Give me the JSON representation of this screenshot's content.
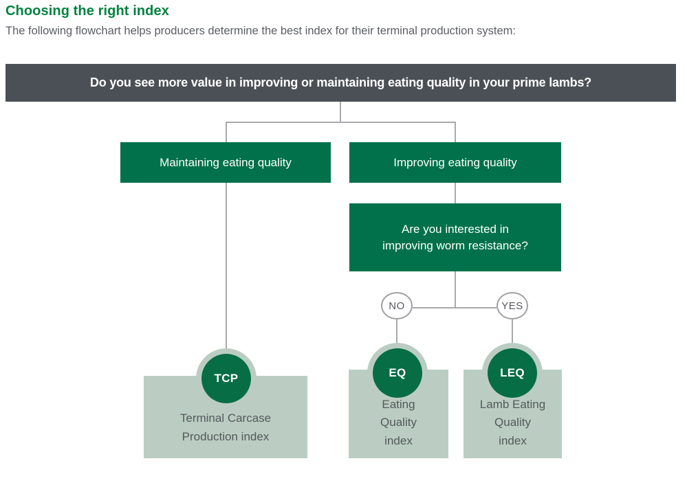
{
  "page": {
    "title": "Choosing the right index",
    "intro": "The following flowchart helps producers determine the best index for their terminal production system:"
  },
  "flowchart": {
    "root_question": "Do you see more value in improving or maintaining eating quality in your prime lambs?",
    "branches": [
      {
        "label": "Maintaining eating quality"
      },
      {
        "label": "Improving eating quality"
      }
    ],
    "sub_question_lines": [
      "Are you interested in",
      "improving worm resistance?"
    ],
    "decision": {
      "no": "NO",
      "yes": "YES"
    },
    "outcomes": [
      {
        "code": "TCP",
        "name_lines": [
          "Terminal Carcase",
          "Production index"
        ]
      },
      {
        "code": "EQ",
        "name_lines": [
          "Eating",
          "Quality",
          "index"
        ]
      },
      {
        "code": "LEQ",
        "name_lines": [
          "Lamb Eating",
          "Quality",
          "index"
        ]
      }
    ]
  },
  "colors": {
    "title_green": "#00823F",
    "box_green": "#00714A",
    "circle_green": "#076D44",
    "pale_sage": "#BBCDC2",
    "bar_slate": "#4B5056",
    "line_gray": "#A7A9AC",
    "text_gray": "#55585D"
  }
}
